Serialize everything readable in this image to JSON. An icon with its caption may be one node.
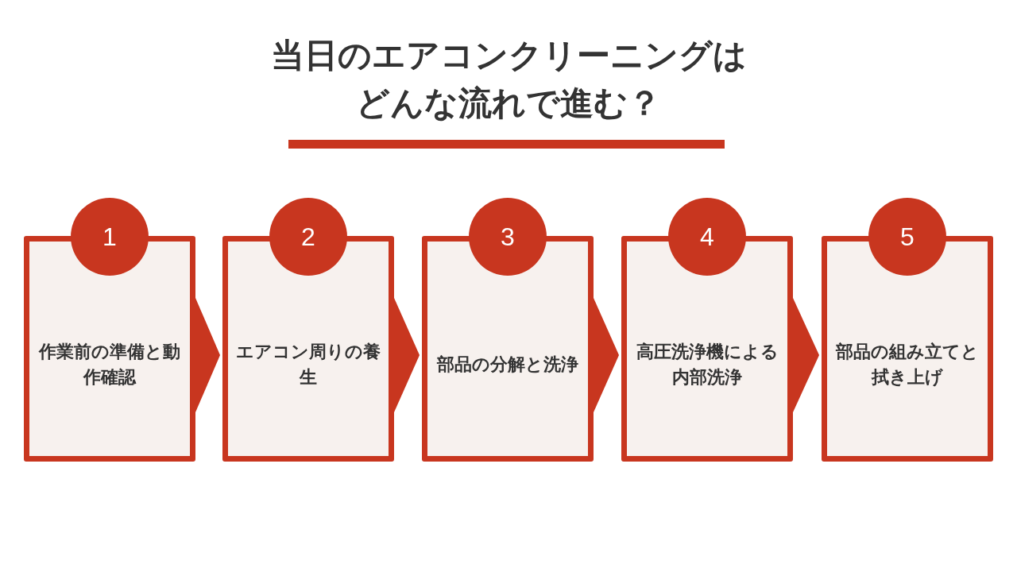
{
  "diagram": {
    "title": "当日のエアコンクリーニングはどんな流れで進む？",
    "nodes": [
      {
        "text": [
          "作業前の準備と動作確認"
        ]
      },
      {
        "text": [
          "1"
        ]
      },
      {
        "text": [
          "エアコン周りの養生"
        ]
      },
      {
        "text": [
          "2"
        ]
      },
      {
        "text": [
          "部品の分解と洗浄"
        ]
      },
      {
        "text": [
          "3"
        ]
      },
      {
        "text": [
          "高圧洗浄機による内部洗浄"
        ]
      },
      {
        "text": [
          "4"
        ]
      },
      {
        "text": [
          "部品の組み立てと拭き上げ"
        ]
      },
      {
        "text": [
          "5"
        ]
      }
    ],
    "edges": [
      {
        "from": 0,
        "to": 2,
        "arrow": "to"
      },
      {
        "from": 2,
        "to": 4,
        "arrow": "to"
      },
      {
        "from": 4,
        "to": 6,
        "arrow": "to"
      },
      {
        "from": 6,
        "to": 8,
        "arrow": "to"
      }
    ]
  }
}
